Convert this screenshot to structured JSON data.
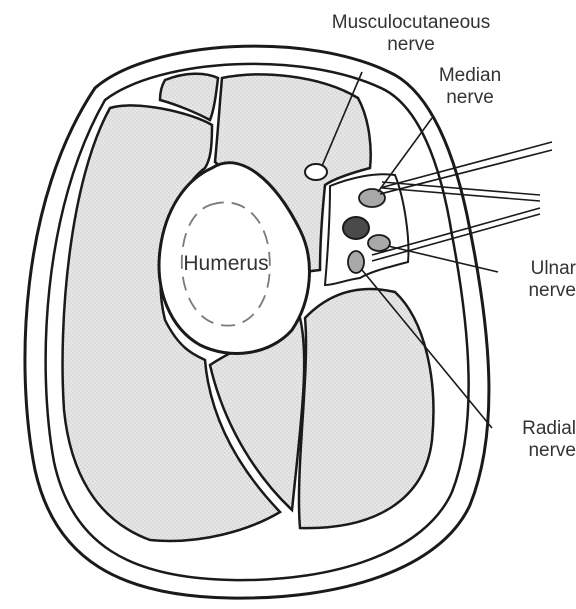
{
  "labels": {
    "musculocutaneous_line1": "Musculocutaneous",
    "musculocutaneous_line2": "nerve",
    "median_line1": "Median",
    "median_line2": "nerve",
    "ulnar_line1": "Ulnar",
    "ulnar_line2": "nerve",
    "radial_line1": "Radial",
    "radial_line2": "nerve",
    "humerus": "Humerus"
  },
  "colors": {
    "outline": "#1a1a1a",
    "muscle_fill": "#e3e3e3",
    "background": "#ffffff",
    "artery": "#4a4a4a",
    "nerve_fill": "#a8a8a8"
  }
}
